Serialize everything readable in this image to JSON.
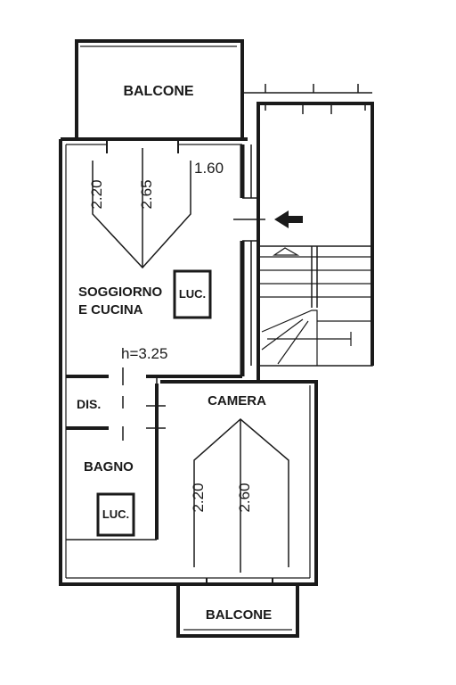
{
  "rooms": {
    "balcony_top": "BALCONE",
    "living": "SOGGIORNO",
    "living_line2": "E CUCINA",
    "dis": "DIS.",
    "bathroom": "BAGNO",
    "bedroom": "CAMERA",
    "balcony_bottom": "BALCONE"
  },
  "skylights": {
    "living": "LUC.",
    "bathroom": "LUC."
  },
  "dimensions": {
    "living_low": "2.20",
    "living_high": "2.65",
    "door_width": "1.60",
    "height": "h=3.25",
    "bedroom_low": "2.20",
    "bedroom_high": "2.60"
  },
  "colors": {
    "wall": "#1a1a1a",
    "thin_line": "#333333",
    "background": "#ffffff"
  },
  "icons": {
    "entrance": "arrow-left-icon"
  }
}
